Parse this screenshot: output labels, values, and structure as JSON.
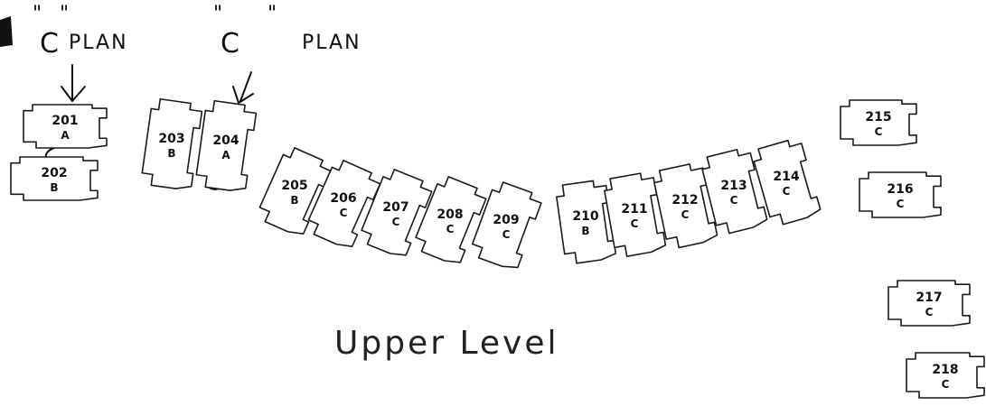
{
  "annotations": [
    {
      "letter": "C",
      "quote_open": "\"",
      "quote_close": "\"",
      "word": "PLAN",
      "points_to": "201"
    },
    {
      "letter": "C",
      "quote_open": "\"",
      "quote_close": "\"",
      "word": "PLAN",
      "points_to": "204"
    }
  ],
  "title": "Upper Level",
  "units": [
    {
      "number": "201",
      "plan": "A"
    },
    {
      "number": "202",
      "plan": "B"
    },
    {
      "number": "203",
      "plan": "B"
    },
    {
      "number": "204",
      "plan": "A"
    },
    {
      "number": "205",
      "plan": "B"
    },
    {
      "number": "206",
      "plan": "C"
    },
    {
      "number": "207",
      "plan": "C"
    },
    {
      "number": "208",
      "plan": "C"
    },
    {
      "number": "209",
      "plan": "C"
    },
    {
      "number": "210",
      "plan": "B"
    },
    {
      "number": "211",
      "plan": "C"
    },
    {
      "number": "212",
      "plan": "C"
    },
    {
      "number": "213",
      "plan": "C"
    },
    {
      "number": "214",
      "plan": "C"
    },
    {
      "number": "215",
      "plan": "C"
    },
    {
      "number": "216",
      "plan": "C"
    },
    {
      "number": "217",
      "plan": "C"
    },
    {
      "number": "218",
      "plan": "C"
    }
  ]
}
